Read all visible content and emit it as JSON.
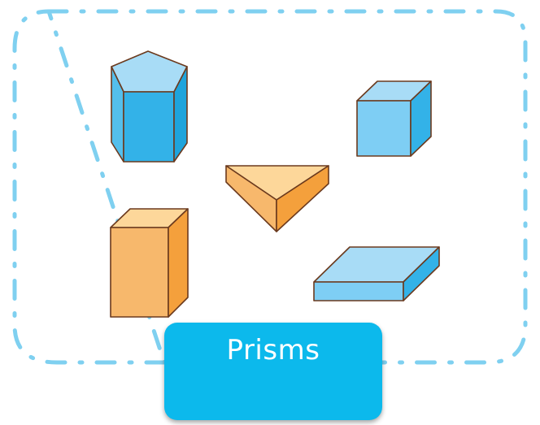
{
  "label": "Prisms",
  "colors": {
    "border": "#7fd0f0",
    "label_background": "#0cb9ec",
    "label_text": "#ffffff",
    "blue_shape": "#7ecef4",
    "orange_shape": "#f7b86c",
    "outline": "#6b3a1e"
  },
  "shapes": [
    {
      "name": "pentagonal-prism",
      "color": "blue"
    },
    {
      "name": "cube",
      "color": "blue"
    },
    {
      "name": "triangular-prism",
      "color": "orange"
    },
    {
      "name": "rectangular-prism",
      "color": "orange"
    },
    {
      "name": "flat-rectangular-prism",
      "color": "blue"
    }
  ]
}
